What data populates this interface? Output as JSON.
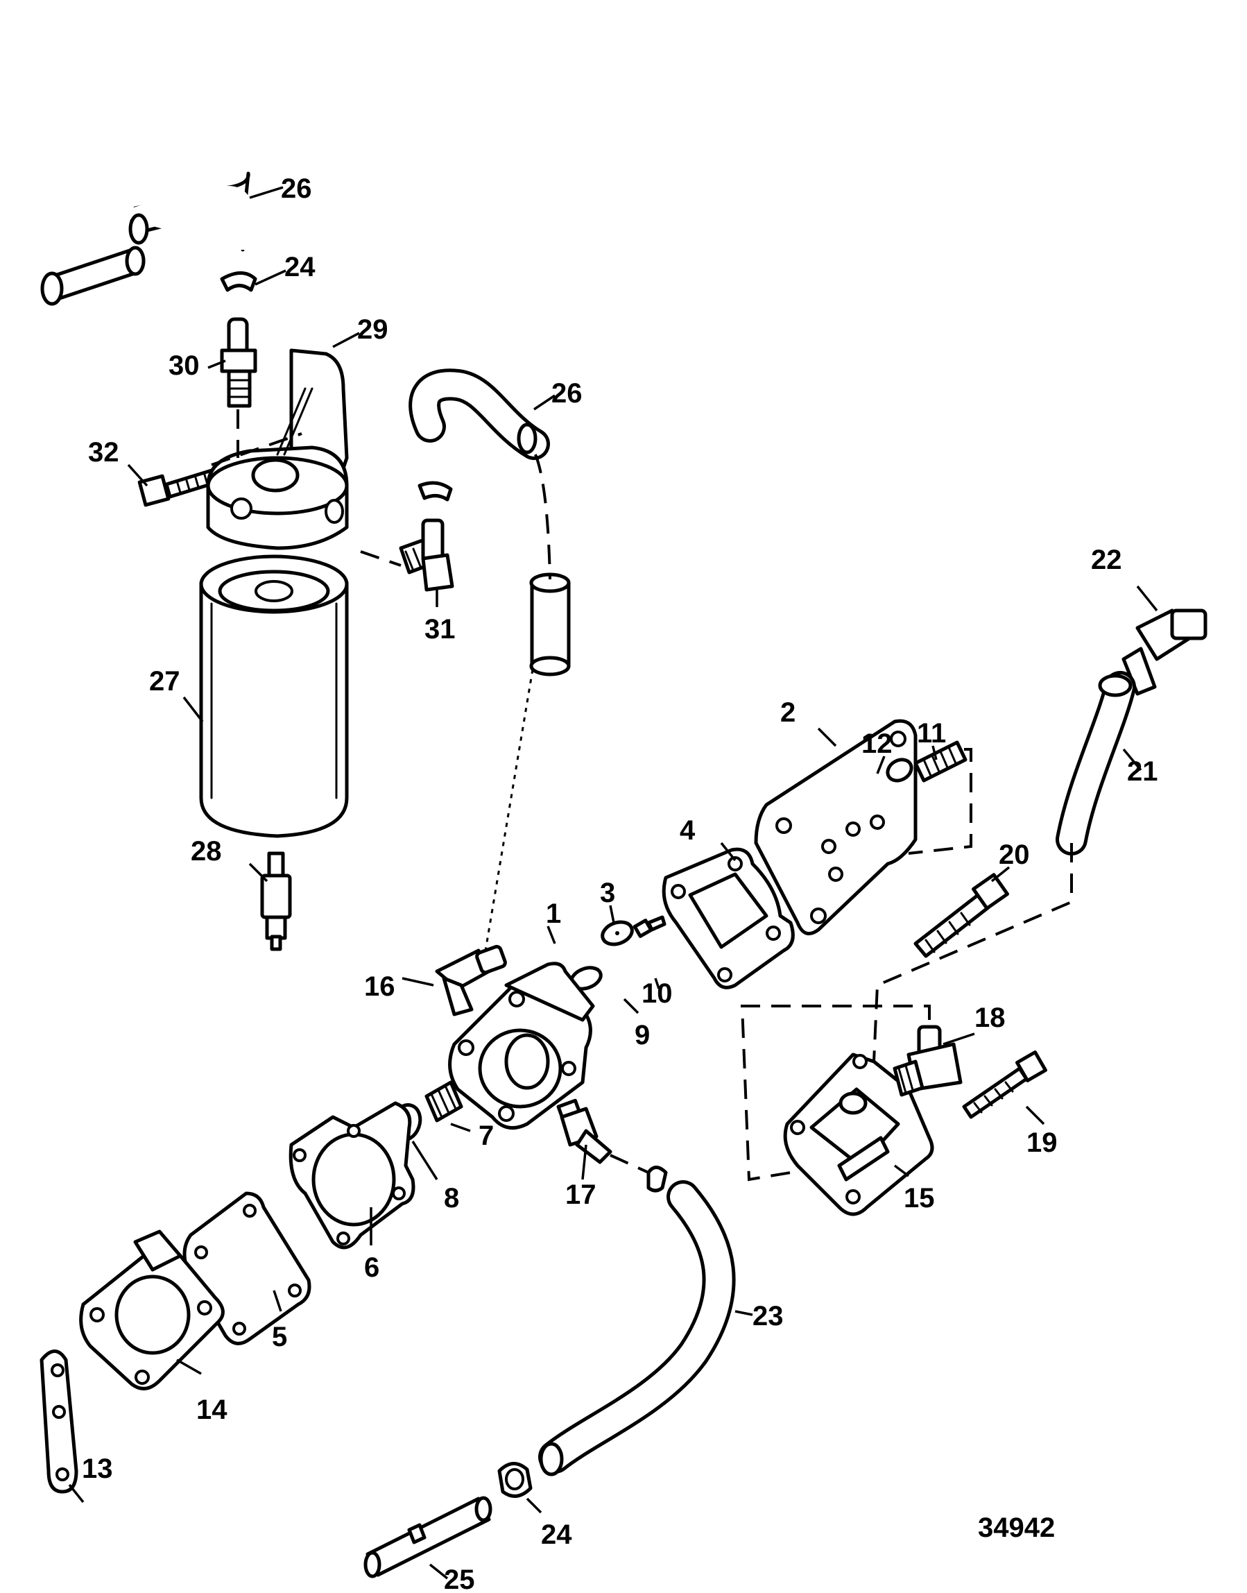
{
  "diagram": {
    "reference_number": "34942",
    "callouts": {
      "c1": "1",
      "c2": "2",
      "c3": "3",
      "c4": "4",
      "c5": "5",
      "c6": "6",
      "c7": "7",
      "c8": "8",
      "c9": "9",
      "c10": "10",
      "c11": "11",
      "c12": "12",
      "c13": "13",
      "c14": "14",
      "c15": "15",
      "c16": "16",
      "c17": "17",
      "c18": "18",
      "c19": "19",
      "c20": "20",
      "c21": "21",
      "c22": "22",
      "c23": "23",
      "c24a": "24",
      "c24b": "24",
      "c25": "25",
      "c26a": "26",
      "c26b": "26",
      "c27": "27",
      "c28": "28",
      "c29": "29",
      "c30": "30",
      "c31": "31",
      "c32": "32"
    }
  }
}
